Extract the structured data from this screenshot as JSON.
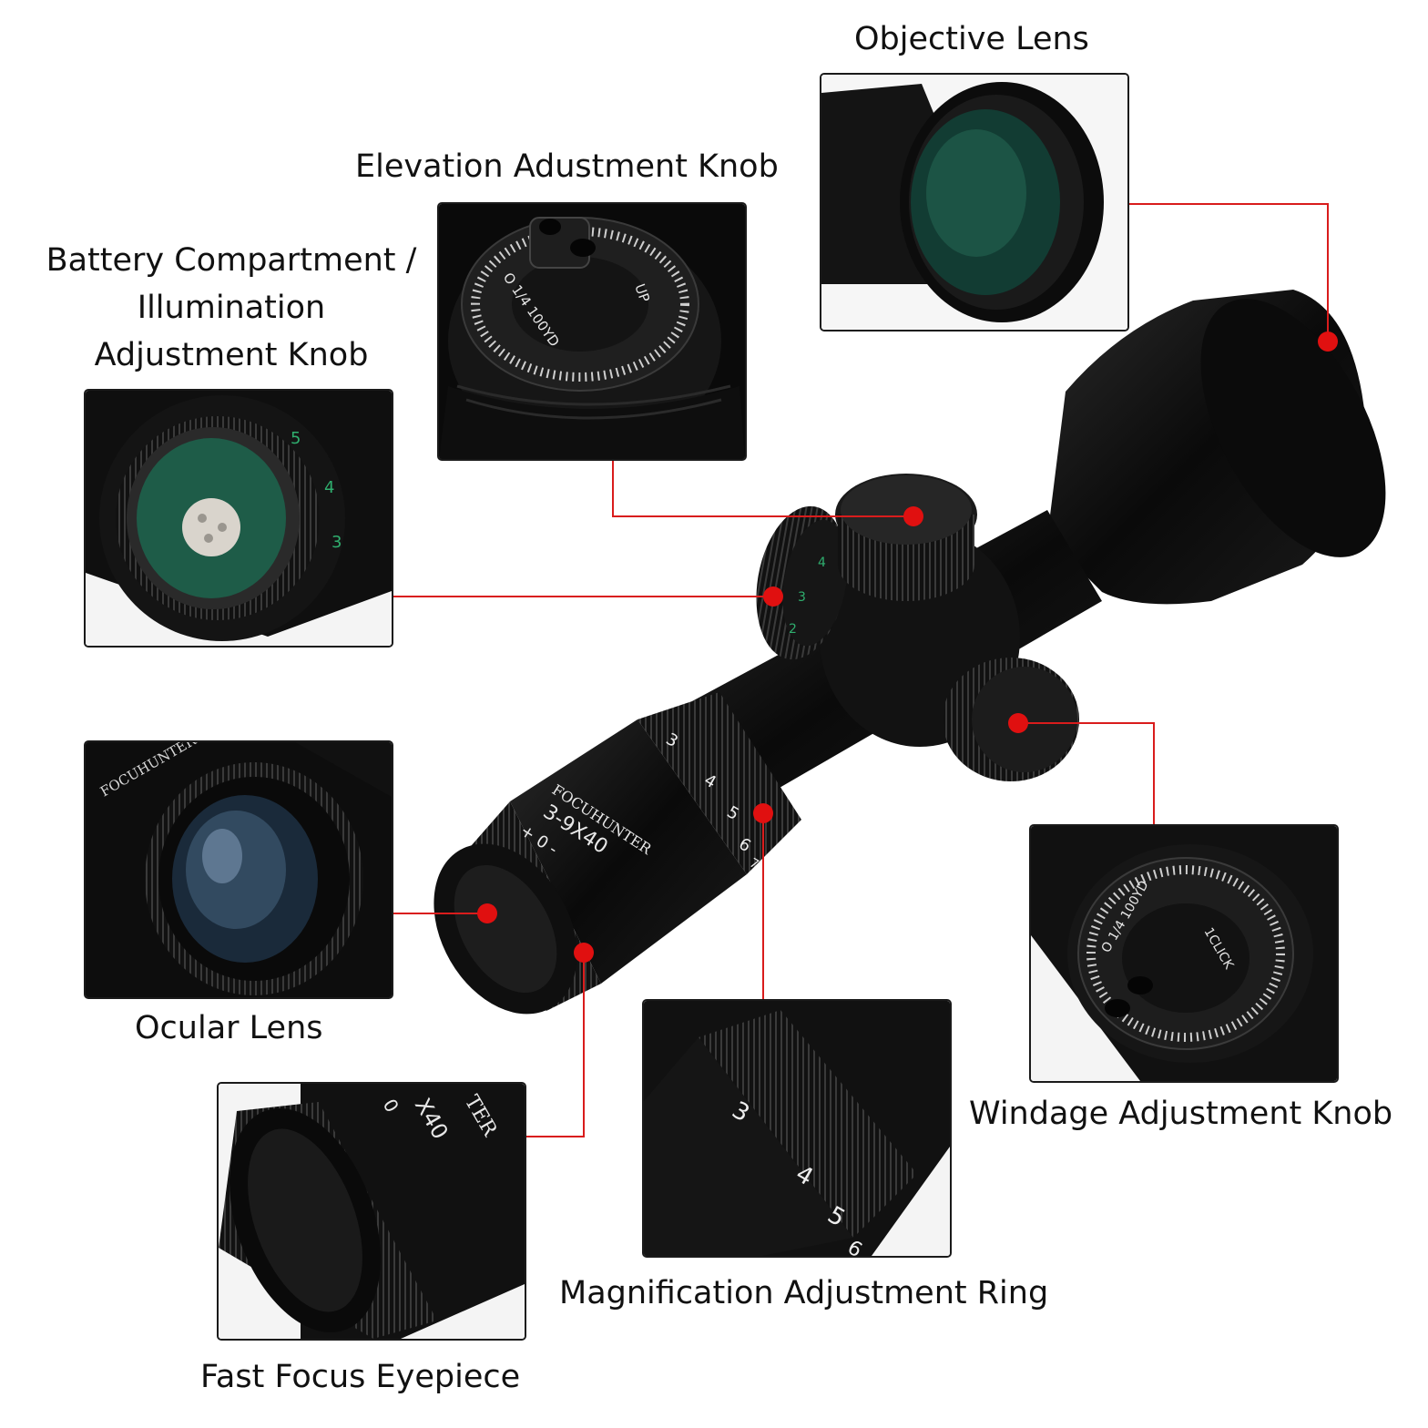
{
  "labels": {
    "objective_lens": "Objective Lens",
    "elevation_knob": "Elevation Adustment Knob",
    "battery_line1": "Battery Compartment /",
    "battery_line2": "Illumination",
    "battery_line3": "Adjustment Knob",
    "ocular_lens": "Ocular Lens",
    "windage_knob": "Windage Adjustment Knob",
    "magnification_ring": "Magnification Adjustment Ring",
    "fast_focus": "Fast Focus Eyepiece"
  },
  "scope_markings": {
    "brand": "FOCUHUNTER",
    "model": "3-9X40",
    "plus_minus": "+ 0 -",
    "mag_3": "3",
    "mag_4": "4",
    "mag_5": "5",
    "mag_6": "6",
    "mag_7": "7",
    "illum_2": "2",
    "illum_3": "3",
    "illum_4": "4",
    "illum_5": "5",
    "turret_click": "O 1/4 100YD",
    "turret_up": "UP",
    "turret_windage": "O 1/4 100YD",
    "turret_click_word": "1CLICK",
    "eyepiece_model": "X40",
    "eyepiece_zero": "0",
    "eyepiece_brand": "TER"
  },
  "colors": {
    "callout": "#d91c1c",
    "scope_body": "#0d0d0d",
    "lens_green": "#1f5a4a",
    "illum_green": "#2fae6e"
  }
}
